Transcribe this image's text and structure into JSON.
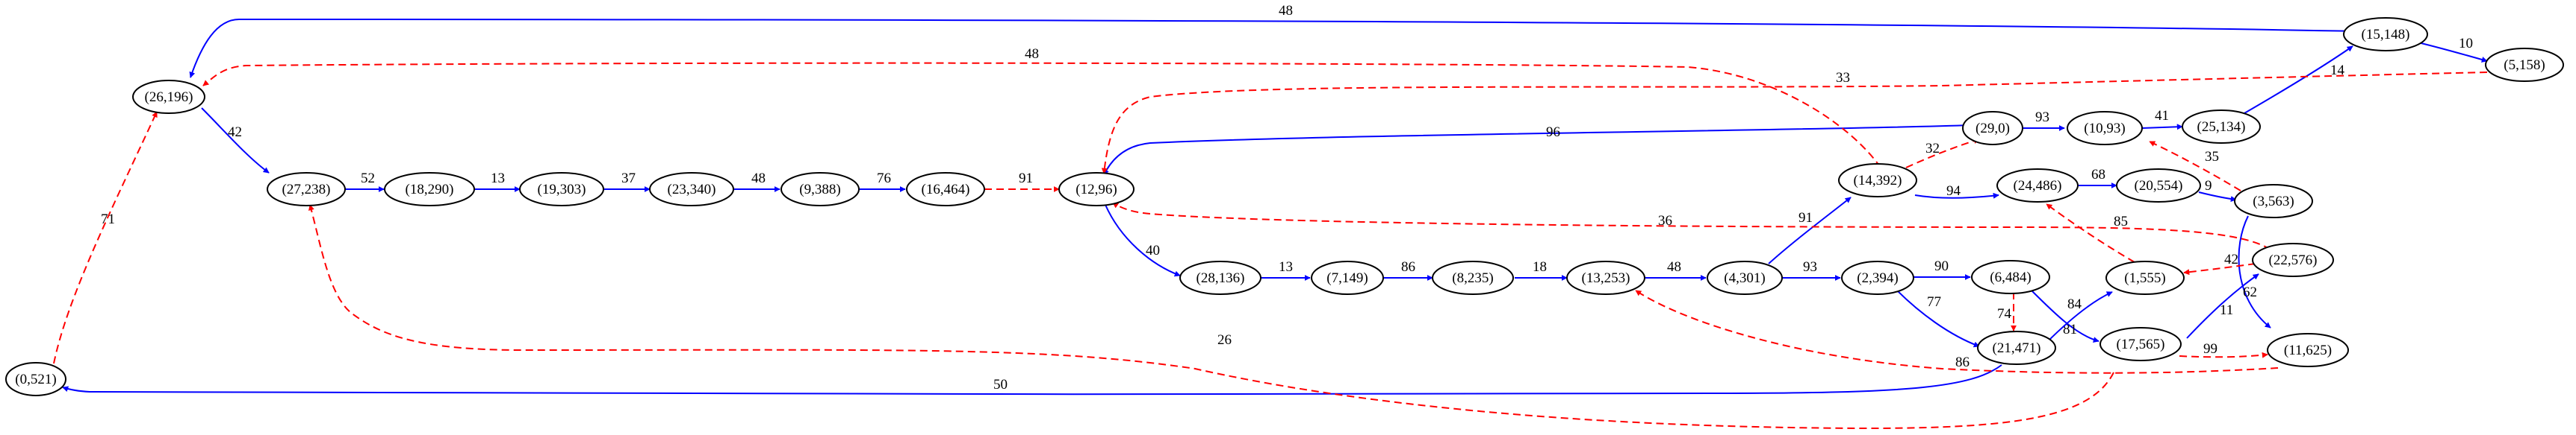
{
  "colors": {
    "tree_edge": "#0000ff",
    "back_edge": "#ff0000",
    "node_stroke": "#000000"
  },
  "nodes": {
    "n0_521": "(0,521)",
    "n26_196": "(26,196)",
    "n27_238": "(27,238)",
    "n18_290": "(18,290)",
    "n19_303": "(19,303)",
    "n23_340": "(23,340)",
    "n9_388": "(9,388)",
    "n16_464": "(16,464)",
    "n12_96": "(12,96)",
    "n28_136": "(28,136)",
    "n7_149": "(7,149)",
    "n8_235": "(8,235)",
    "n13_253": "(13,253)",
    "n4_301": "(4,301)",
    "n2_394": "(2,394)",
    "n14_392": "(14,392)",
    "n24_486": "(24,486)",
    "n29_0": "(29,0)",
    "n10_93": "(10,93)",
    "n25_134": "(25,134)",
    "n15_148": "(15,148)",
    "n5_158": "(5,158)",
    "n20_554": "(20,554)",
    "n3_563": "(3,563)",
    "n6_484": "(6,484)",
    "n21_471": "(21,471)",
    "n1_555": "(1,555)",
    "n17_565": "(17,565)",
    "n22_576": "(22,576)",
    "n11_625": "(11,625)"
  },
  "edges": {
    "e_15_148__26_196": "48",
    "e_15_148__5_158": "10",
    "e_26_196__27_238": "42",
    "e_27_238__18_290": "52",
    "e_18_290__19_303": "13",
    "e_19_303__23_340": "37",
    "e_23_340__9_388": "48",
    "e_9_388__16_464": "76",
    "e_16_464__12_96": "91",
    "e_12_96__28_136": "40",
    "e_28_136__7_149": "13",
    "e_7_149__8_235": "86",
    "e_8_235__13_253": "18",
    "e_13_253__4_301": "48",
    "e_4_301__2_394": "93",
    "e_4_301__14_392": "91",
    "e_14_392__24_486": "94",
    "e_14_392__29_0": "32",
    "e_14_392__26_196": "48",
    "e_29_0__10_93": "93",
    "e_29_0__12_96": "96",
    "e_10_93__25_134": "41",
    "e_25_134__15_148": "14",
    "e_5_158__12_96": "33",
    "e_24_486__20_554": "68",
    "e_20_554__3_563": "9",
    "e_3_563__10_93": "35",
    "e_3_563__11_625": "62",
    "e_2_394__6_484": "90",
    "e_2_394__21_471": "77",
    "e_6_484__21_471": "74",
    "e_6_484__17_565": "81",
    "e_21_471__1_555": "84",
    "e_21_471__0_521": "50",
    "e_0_521__26_196": "71",
    "e_1_555__24_486": "85",
    "e_17_565__22_576": "11",
    "e_17_565__11_625": "99",
    "e_22_576__12_96": "36",
    "e_22_576__1_555": "42",
    "e_11_625__13_253": "86",
    "e_17_565__27_238": "26"
  }
}
